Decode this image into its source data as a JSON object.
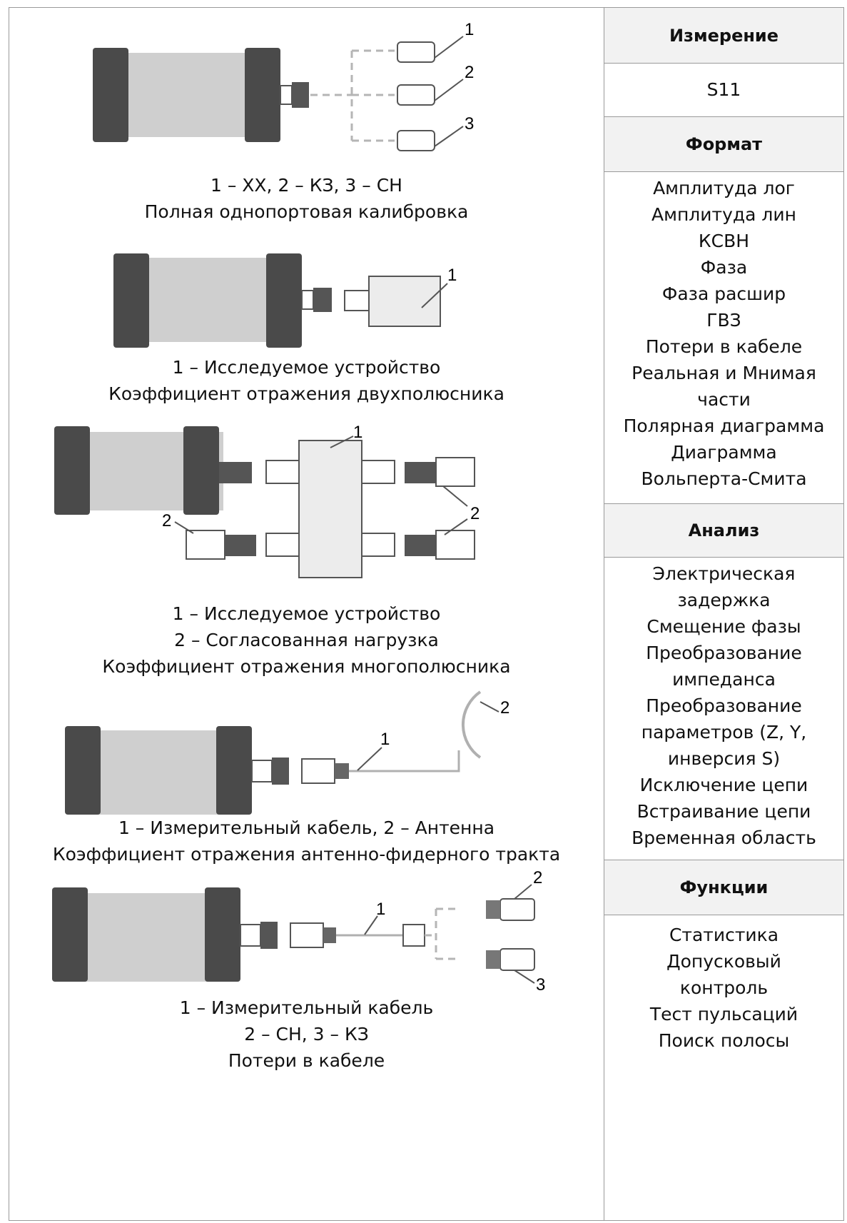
{
  "figures": [
    {
      "callouts": [
        "1",
        "2",
        "3"
      ],
      "caption": [
        "1 – ХХ, 2 – КЗ, 3 – СН",
        "Полная однопортовая калибровка"
      ]
    },
    {
      "callouts": [
        "1"
      ],
      "caption": [
        "1 – Исследуемое устройство",
        "Коэффициент отражения двухполюсника"
      ]
    },
    {
      "callouts": [
        "1",
        "2",
        "2",
        "2"
      ],
      "caption": [
        "1 – Исследуемое устройство",
        "2 – Согласованная нагрузка",
        "Коэффициент отражения многополюсника"
      ]
    },
    {
      "callouts": [
        "1",
        "2"
      ],
      "caption": [
        "1 – Измерительный кабель, 2 – Антенна",
        "Коэффициент отражения антенно-фидерного тракта"
      ]
    },
    {
      "callouts": [
        "1",
        "2",
        "3"
      ],
      "caption": [
        "1 – Измерительный кабель",
        "2 – СН, 3 – КЗ",
        "Потери в кабеле"
      ]
    }
  ],
  "sidebar": {
    "measurement": {
      "title": "Измерение",
      "items": [
        "S11"
      ]
    },
    "format": {
      "title": "Формат",
      "items": [
        "Амплитуда лог",
        "Амплитуда лин",
        "КСВН",
        "Фаза",
        "Фаза расшир",
        "ГВЗ",
        "Потери в кабеле",
        "Реальная и Мнимая",
        "части",
        "Полярная диаграмма",
        "Диаграмма",
        "Вольперта-Смита"
      ]
    },
    "analysis": {
      "title": "Анализ",
      "items": [
        "Электрическая",
        "задержка",
        "Смещение фазы",
        "Преобразование",
        "импеданса",
        "Преобразование",
        "параметров (Z, Y,",
        "инверсия S)",
        "Исключение цепи",
        "Встраивание цепи",
        "Временная область"
      ]
    },
    "functions": {
      "title": "Функции",
      "items": [
        "Статистика",
        "Допусковый",
        "контроль",
        "Тест пульсаций",
        "Поиск полосы"
      ]
    }
  }
}
